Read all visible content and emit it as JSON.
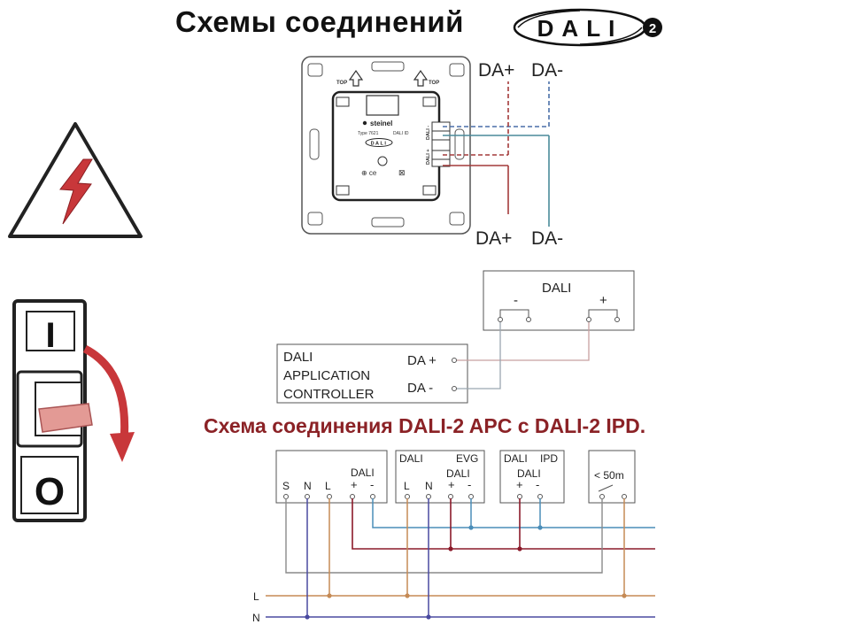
{
  "header": {
    "title": "Схемы соединений",
    "logo_text": "DALI",
    "logo_superscript": "2"
  },
  "device": {
    "brand": "steinel",
    "type_label": "Type 7621",
    "id_label": "DALI ID",
    "logo_text": "DALI",
    "top_label_left": "TOP",
    "top_label_right": "TOP",
    "terminal_minus": "DALI -",
    "terminal_plus": "DALI +",
    "top_da_plus": "DA+",
    "top_da_minus": "DA-",
    "bottom_da_plus": "DA+",
    "bottom_da_minus": "DA-"
  },
  "breaker": {
    "on_label": "I",
    "off_label": "O"
  },
  "apc_diagram": {
    "dali_box_label": "DALI",
    "dali_minus": "-",
    "dali_plus": "+",
    "controller_line1": "DALI",
    "controller_line2": "APPLICATION",
    "controller_line3": "CONTROLLER",
    "da_plus": "DA +",
    "da_minus": "DA  -"
  },
  "section_title": "Схема соединения DALI-2 APC с DALI-2 IPD.",
  "wiring": {
    "box1": {
      "dali": "DALI",
      "plus": "+",
      "minus": "-",
      "s": "S",
      "n": "N",
      "l": "L"
    },
    "box2": {
      "dali_top": "DALI",
      "evg": "EVG",
      "dali": "DALI",
      "l": "L",
      "n": "N",
      "plus": "+",
      "minus": "-"
    },
    "box3": {
      "dali_top": "DALI",
      "ipd": "IPD",
      "dali": "DALI",
      "plus": "+",
      "minus": "-"
    },
    "box4": {
      "distance": "< 50m"
    },
    "line_l": "L",
    "line_n": "N"
  },
  "colors": {
    "title_dark": "#111111",
    "subtitle_red": "#8b2226",
    "dark_red_wire": "#8b1a2a",
    "blue_wire": "#4a8db8",
    "brown_wire": "#c58a55",
    "navy_wire": "#4a4aa0",
    "grey_wire": "#8a8a8a",
    "warning_red": "#c8373a",
    "breaker_pink": "#e39a95"
  }
}
